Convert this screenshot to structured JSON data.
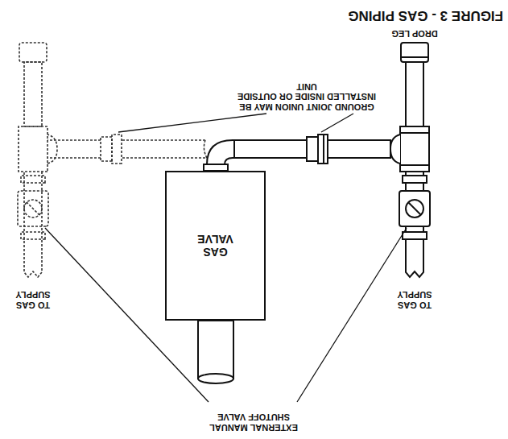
{
  "diagram": {
    "title": "FIGURE 3 - GAS PIPING",
    "nodes": [
      {
        "text": [
          "GAS VALVE"
        ]
      }
    ],
    "labels": [
      "DROP LEG",
      "GROUND JOINT UNION MAY BE INSTALLED INSIDE OR OUTSIDE UNIT",
      "TO GAS SUPPLY",
      "TO GAS SUPPLY",
      "EXTERNAL MANUAL SHUTOFF VALVE"
    ]
  }
}
